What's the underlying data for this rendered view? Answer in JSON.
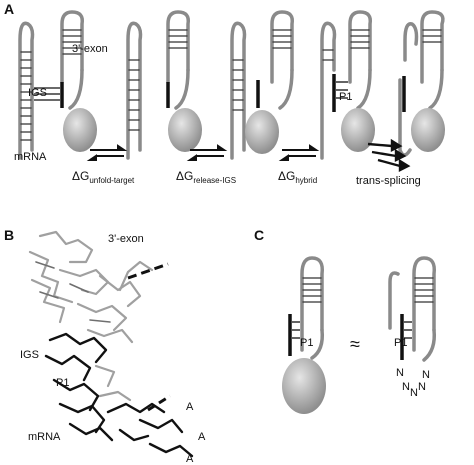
{
  "panels": {
    "a": "A",
    "b": "B",
    "c": "C"
  },
  "panel_a": {
    "three_exon": "3'-exon",
    "igs": "IGS",
    "p1": "P1",
    "mrna": "mRNA",
    "dg_symbol": "ΔG",
    "dg1_sub": "unfold-target",
    "dg2_sub": "release-IGS",
    "dg3_sub": "hybrid",
    "trans_splicing": "trans-splicing"
  },
  "panel_b": {
    "three_exon": "3'-exon",
    "igs": "IGS",
    "p1": "P1",
    "mrna": "mRNA",
    "a": "A"
  },
  "panel_c": {
    "p1_left": "P1",
    "approx": "≈",
    "p1_right": "P1",
    "n": "N"
  },
  "colors": {
    "rna": "#8a8a8a",
    "strand": "#111111"
  },
  "icons": [
    "equilibrium-arrow-icon",
    "forward-arrow-icon",
    "ribosome-blob-icon"
  ]
}
